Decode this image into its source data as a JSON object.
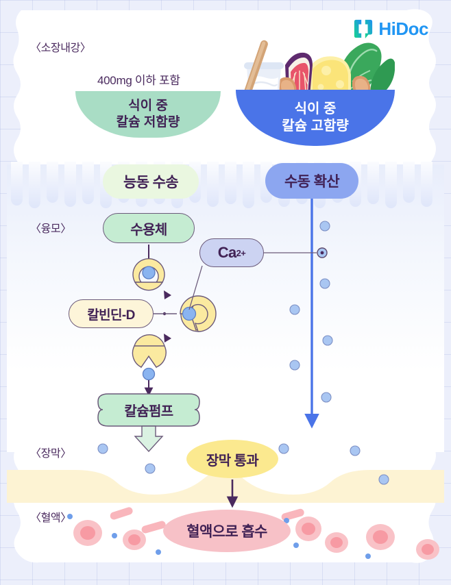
{
  "brand": {
    "logo_text": "HiDoc",
    "logo_icon": "hidoc-chat-bracket-icon",
    "color_start": "#17d68a",
    "color_end": "#1f8ff5",
    "text_color": "#2196f3"
  },
  "regions": {
    "lumen": "〈소장내강〉",
    "villi": "〈융모〉",
    "serosa": "〈장막〉",
    "blood": "〈혈액〉"
  },
  "intake": {
    "note": "400mg 이하 포함",
    "low_bowl": {
      "line1": "식이 중",
      "line2": "칼슘 저함량",
      "color": "#a9ddc5"
    },
    "high_bowl": {
      "line1": "식이 중",
      "line2": "칼슘 고함량",
      "color": "#4a74e8"
    },
    "food_items": [
      "yogurt-jar-icon",
      "wooden-spoon-icon",
      "fig-icon",
      "almond-icon",
      "cheese-icon",
      "leafy-green-icon"
    ]
  },
  "pathways": {
    "active": {
      "label": "능동 수송",
      "color": "#eaf7e0"
    },
    "passive": {
      "label": "수동 확산",
      "color": "#8ca6f0"
    }
  },
  "mechanism": {
    "receptor": "수용체",
    "calcium_ion": "Ca",
    "calcium_charge": "2+",
    "calbindin": "칼빈딘-D",
    "calcium_pump": "칼슘펌프",
    "carrier_color": "#fbeaa0",
    "ion_color": "#8ab4f0"
  },
  "outcomes": {
    "serosa_pass": {
      "label": "장막 통과",
      "color": "#fbe98f"
    },
    "blood_absorb": {
      "label": "혈액으로 흡수",
      "color": "#f7c1c7"
    }
  },
  "palette": {
    "text": "#412255",
    "background": "#eceffb",
    "card": "#ffffff",
    "serosa_band": "#fdf3d3",
    "villi": "#ffffff",
    "rbc": "#f8b7bd"
  }
}
